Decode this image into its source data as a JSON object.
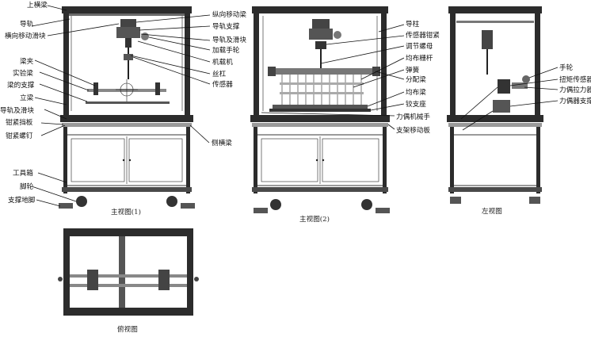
{
  "captions": {
    "front1": "主视图(1)",
    "front2": "主视图(2)",
    "left": "左视图",
    "top": "俯视图"
  },
  "front1_left_labels": [
    "上横梁",
    "导轨",
    "横向移动滑块",
    "梁夹",
    "实验梁",
    "梁的支撑",
    "立梁",
    "导轨及滑块",
    "钳紧挡板",
    "钳紧螺钉",
    "工具箱",
    "脚轮",
    "支撑地脚"
  ],
  "front1_right_labels": [
    "纵向移动梁",
    "导轨支撑",
    "导轨及滑块",
    "加载手轮",
    "机载机",
    "丝杠",
    "传感器"
  ],
  "front1_side_label": "侧横梁",
  "front2_right_labels": [
    "导柱",
    "传感器钳紧",
    "调节螺母",
    "均布栅杆",
    "弹簧",
    "分配梁",
    "均布梁",
    "铰支座",
    "力偶机械手",
    "支架移动板"
  ],
  "left_right_labels": [
    "手轮",
    "扭矩传感器",
    "力偶拉力器",
    "力偶器支撑"
  ],
  "colors": {
    "frame": "#2c2c2c",
    "line": "#111111",
    "background": "#ffffff"
  }
}
